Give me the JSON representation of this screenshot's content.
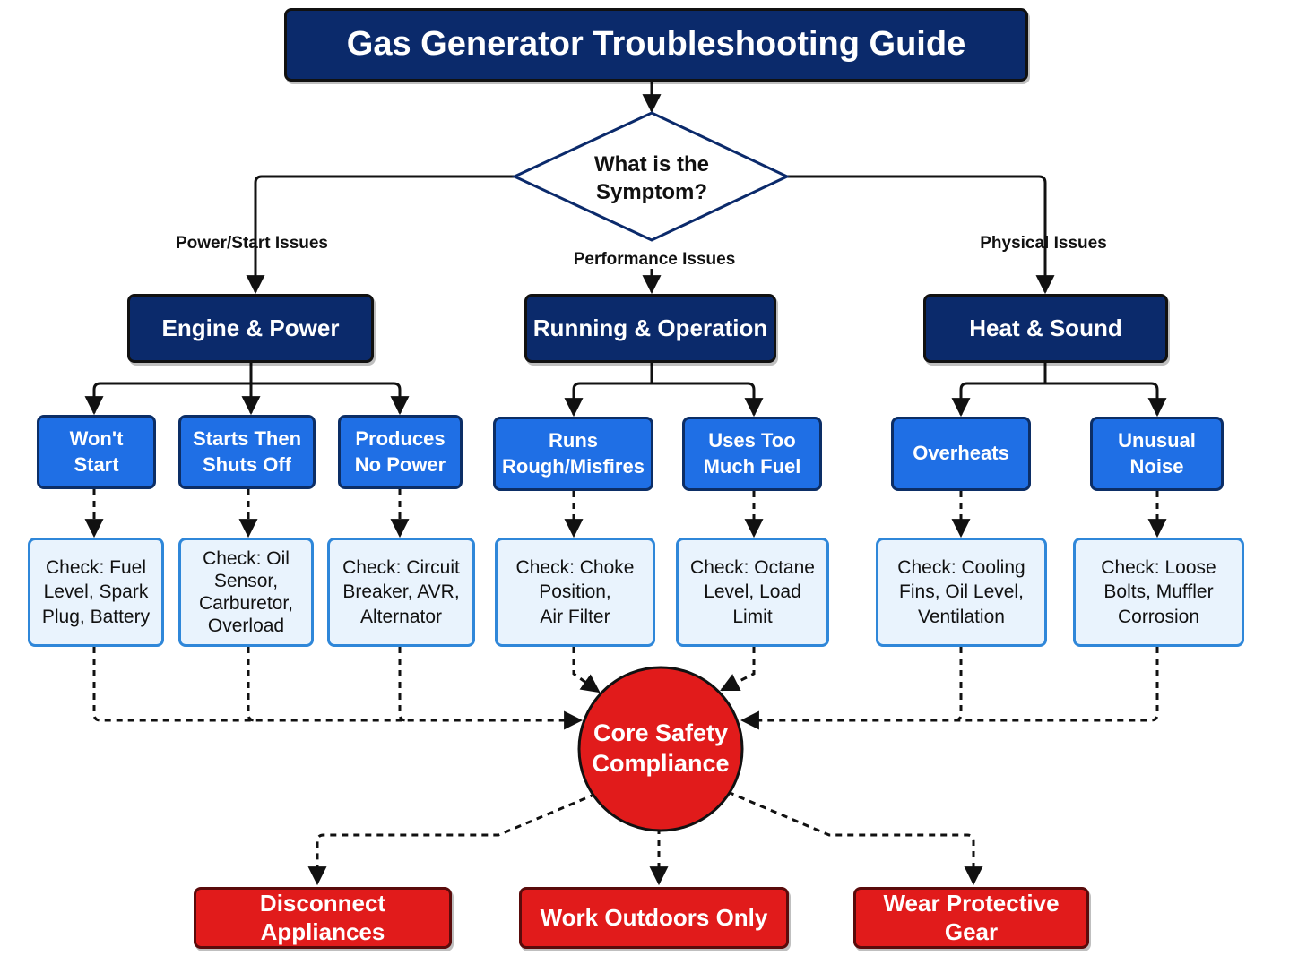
{
  "title": "Gas Generator Troubleshooting Guide",
  "decision": {
    "line1": "What is the",
    "line2": "Symptom?"
  },
  "branches": [
    {
      "label": "Power/Start Issues",
      "category": "Engine & Power",
      "symptoms": [
        {
          "label": "Won't\nStart",
          "check": "Check: Fuel\nLevel, Spark\nPlug, Battery"
        },
        {
          "label": "Starts Then\nShuts Off",
          "check": "Check: Oil\nSensor,\nCarburetor,\nOverload"
        },
        {
          "label": "Produces\nNo Power",
          "check": "Check: Circuit\nBreaker, AVR,\nAlternator"
        }
      ]
    },
    {
      "label": "Performance Issues",
      "category": "Running & Operation",
      "symptoms": [
        {
          "label": "Runs\nRough/Misfires",
          "check": "Check: Choke\nPosition,\nAir Filter"
        },
        {
          "label": "Uses Too\nMuch Fuel",
          "check": "Check: Octane\nLevel, Load\nLimit"
        }
      ]
    },
    {
      "label": "Physical Issues",
      "category": "Heat & Sound",
      "symptoms": [
        {
          "label": "Overheats",
          "check": "Check: Cooling\nFins, Oil Level,\nVentilation"
        },
        {
          "label": "Unusual\nNoise",
          "check": "Check: Loose\nBolts, Muffler\nCorrosion"
        }
      ]
    }
  ],
  "safety": {
    "hub": {
      "line1": "Core Safety",
      "line2": "Compliance"
    },
    "actions": [
      "Disconnect Appliances",
      "Work Outdoors Only",
      "Wear Protective Gear"
    ]
  },
  "colors": {
    "navy": "#0b2a6b",
    "blue": "#1f6fe5",
    "light_blue": "#e9f3fd",
    "red": "#e11b1b"
  }
}
